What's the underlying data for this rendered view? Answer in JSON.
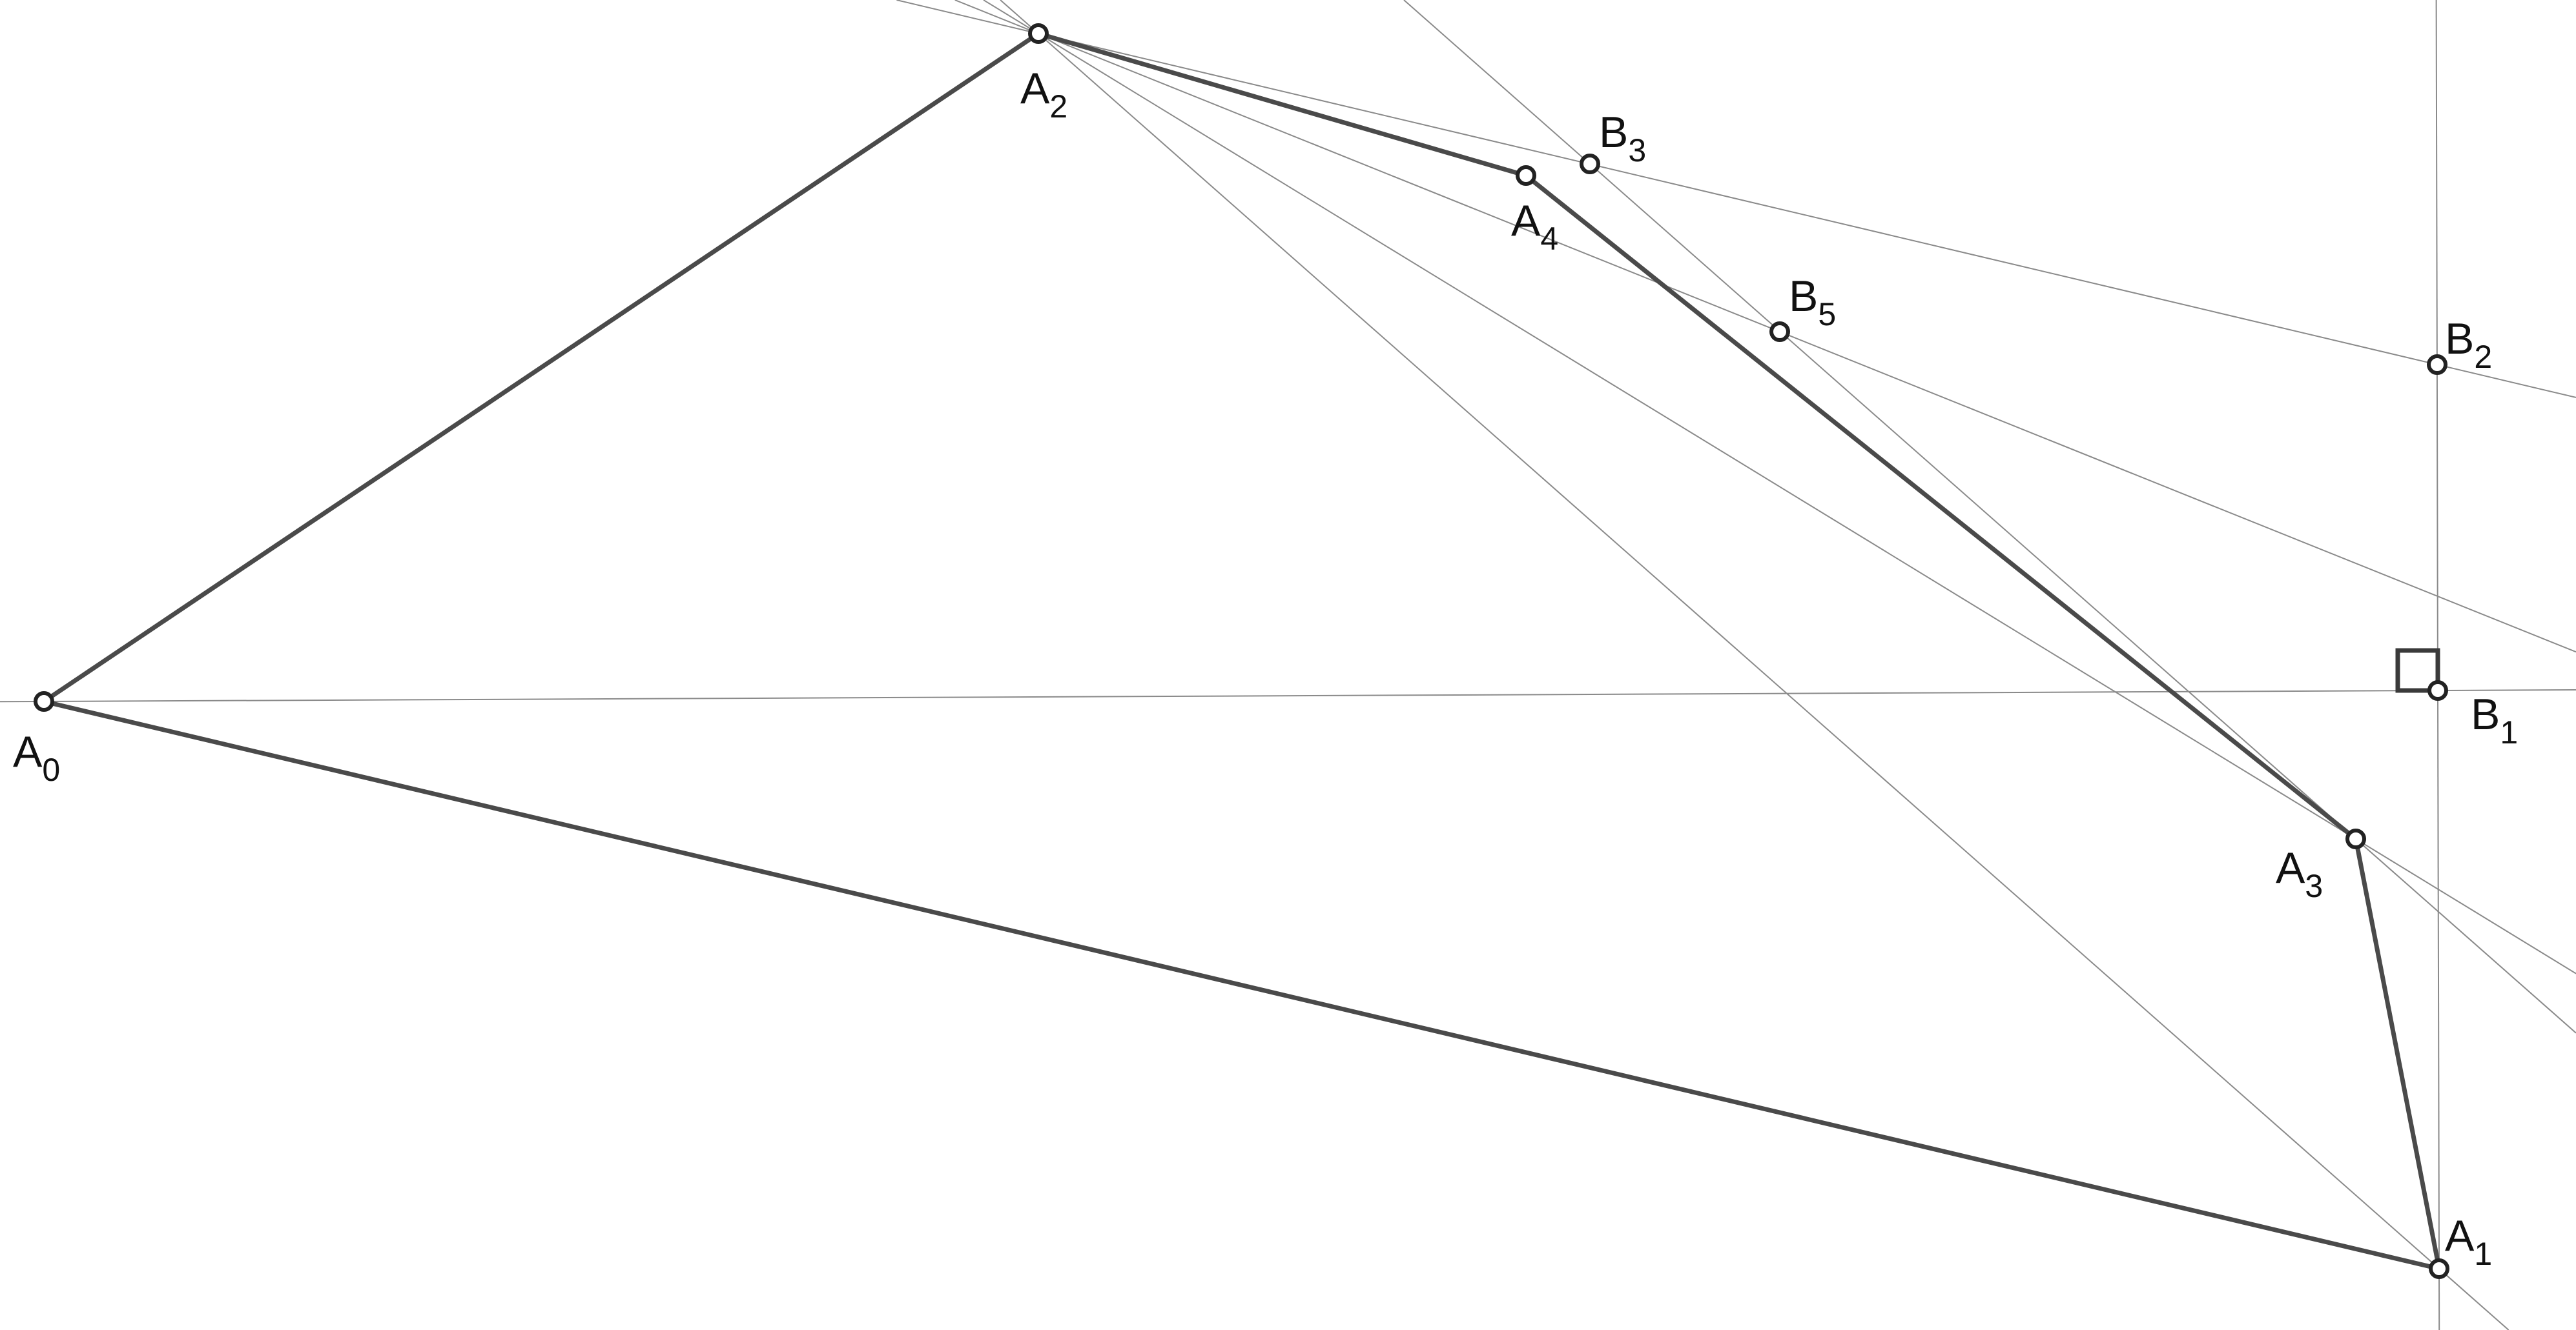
{
  "points": [
    {
      "id": "A0",
      "letter": "A",
      "index": "0"
    },
    {
      "id": "A1",
      "letter": "A",
      "index": "1"
    },
    {
      "id": "A2",
      "letter": "A",
      "index": "2"
    },
    {
      "id": "A3",
      "letter": "A",
      "index": "3"
    },
    {
      "id": "A4",
      "letter": "A",
      "index": "4"
    },
    {
      "id": "B1",
      "letter": "B",
      "index": "1"
    },
    {
      "id": "B2",
      "letter": "B",
      "index": "2"
    },
    {
      "id": "B3",
      "letter": "B",
      "index": "3"
    },
    {
      "id": "B5",
      "letter": "B",
      "index": "5"
    }
  ],
  "polygon_edges": [
    [
      "A0",
      "A2"
    ],
    [
      "A2",
      "A4"
    ],
    [
      "A4",
      "A3"
    ],
    [
      "A3",
      "A1"
    ],
    [
      "A1",
      "A0"
    ]
  ],
  "construction_lines": [
    [
      "A0",
      "B1"
    ],
    [
      "A1",
      "B1"
    ],
    [
      "A2",
      "B2"
    ],
    [
      "A2",
      "B5"
    ],
    [
      "A2",
      "A3"
    ],
    [
      "A2",
      "A1"
    ],
    [
      "B3",
      "A3"
    ]
  ],
  "right_angle_at": "B1",
  "colors": {
    "polygon": "#4a4a4a",
    "construction": "#8a8a8a",
    "point_stroke": "#222222",
    "background": "#ffffff"
  }
}
